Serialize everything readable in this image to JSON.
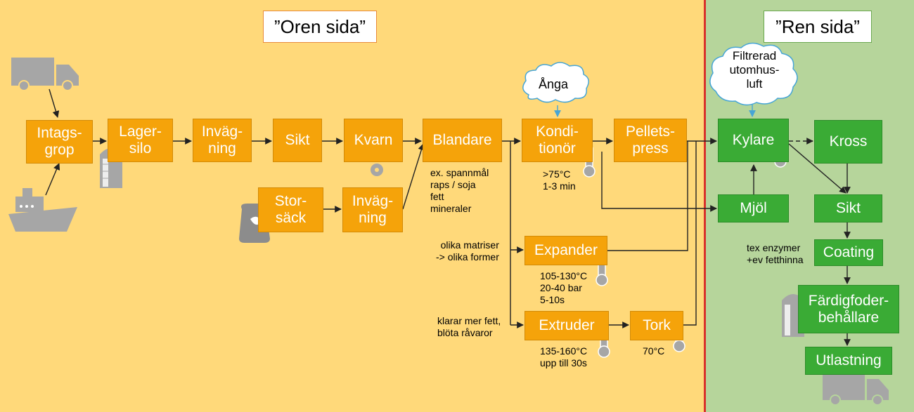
{
  "zones": {
    "unclean_label": "”Oren sida”",
    "clean_label": "”Ren sida”"
  },
  "colors": {
    "unclean_bg": "#ffd97a",
    "clean_bg": "#b6d59b",
    "divider": "#d9322b",
    "process_orange": "#f5a30a",
    "process_green": "#3aab35",
    "icon_grey": "#a6a6a6",
    "steam_arrow": "#46a5d6"
  },
  "nodes": {
    "intagsgrop": "Intags-\ngrop",
    "lagersilo": "Lager-\nsilo",
    "invagning1": "Inväg-\nning",
    "sikt1": "Sikt",
    "kvarn": "Kvarn",
    "storsack": "Stor-\nsäck",
    "invagning2": "Inväg-\nning",
    "blandare": "Blandare",
    "konditionor": "Kondi-\ntionör",
    "pelletspress": "Pellets-\npress",
    "expander": "Expander",
    "extruder": "Extruder",
    "tork": "Tork",
    "kylare": "Kylare",
    "kross": "Kross",
    "mjol": "Mjöl",
    "sikt2": "Sikt",
    "coating": "Coating",
    "fardigfoder": "Färdigfoder-\nbehållare",
    "utlastning": "Utlastning"
  },
  "clouds": {
    "anga": "Ånga",
    "filtrerad": "Filtrerad\nutomhus-\nluft"
  },
  "notes": {
    "blandare_notes": "ex. spannmål\nraps / soja\nfett\nmineraler",
    "konditionor_params": ">75°C\n1-3 min",
    "expander_desc": "olika matriser\n-> olika former",
    "expander_params": "105-130°C\n20-40 bar\n5-10s",
    "extruder_desc": "klarar mer fett,\nblöta råvaror",
    "extruder_params": "135-160°C\nupp till 30s",
    "tork_params": "70°C",
    "coating_desc": "tex enzymer\n+ev fetthinna"
  },
  "icons": [
    "truck-icon",
    "ship-icon",
    "silo-icon",
    "sack-icon",
    "gears-icon",
    "thermometer-icon"
  ]
}
